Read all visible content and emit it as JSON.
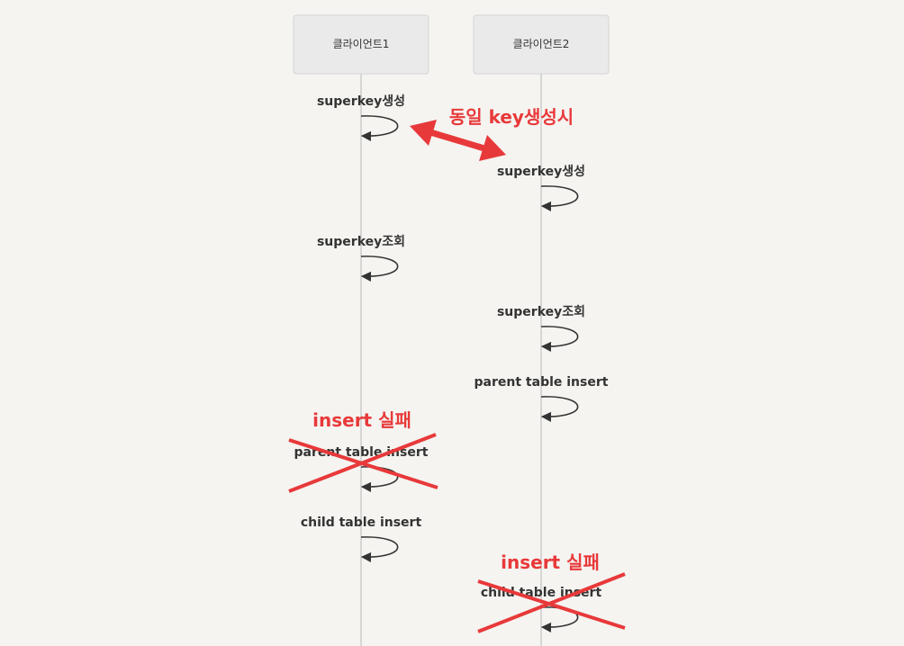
{
  "participants": [
    {
      "id": "p1",
      "label": "클라이언트1"
    },
    {
      "id": "p2",
      "label": "클라이언트2"
    }
  ],
  "messages": [
    {
      "id": "m1",
      "participant": "p1",
      "label": "superkey생성",
      "failed": false
    },
    {
      "id": "m2",
      "participant": "p2",
      "label": "superkey생성",
      "failed": false
    },
    {
      "id": "m3",
      "participant": "p1",
      "label": "superkey조회",
      "failed": false
    },
    {
      "id": "m4",
      "participant": "p2",
      "label": "superkey조회",
      "failed": false
    },
    {
      "id": "m5",
      "participant": "p2",
      "label": "parent table insert",
      "failed": false
    },
    {
      "id": "m6",
      "participant": "p1",
      "label": "parent table insert",
      "failed": true
    },
    {
      "id": "m7",
      "participant": "p1",
      "label": "child table insert",
      "failed": false
    },
    {
      "id": "m8",
      "participant": "p2",
      "label": "child table insert",
      "failed": true
    }
  ],
  "annotations": {
    "collision_label": "동일 key생성시",
    "fail_label_1": "insert 실패",
    "fail_label_2": "insert 실패"
  },
  "colors": {
    "background": "#f5f4f1",
    "actor_fill": "#eaeaea",
    "actor_border": "#d4d4d4",
    "lifeline": "#cccccc",
    "text": "#333333",
    "annotation_red": "#e8393a"
  }
}
